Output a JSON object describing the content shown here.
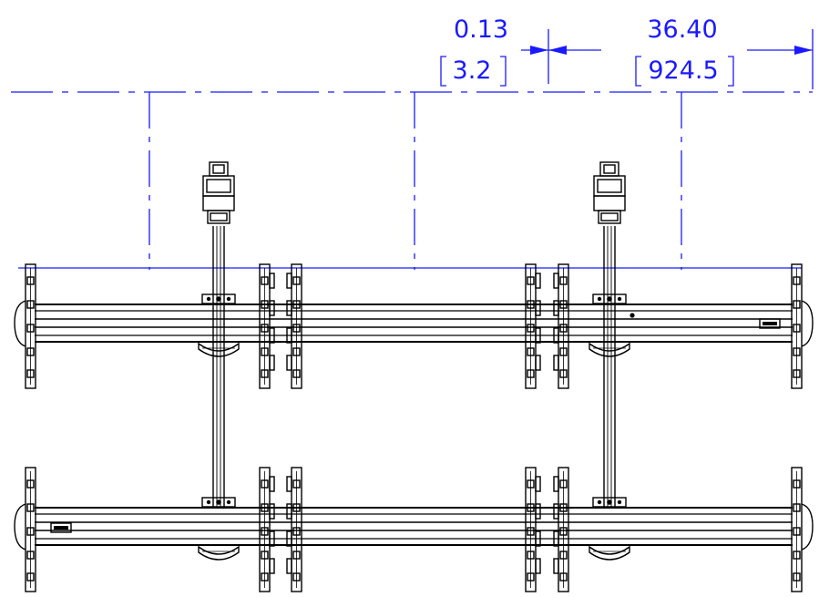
{
  "dimensions": {
    "gap": {
      "inch": "0.13",
      "mm": "3.2"
    },
    "span": {
      "inch": "36.40",
      "mm": "924.5"
    }
  },
  "colors": {
    "dimension": "#1a1aff",
    "geometry": "#000000",
    "background": "#ffffff"
  }
}
